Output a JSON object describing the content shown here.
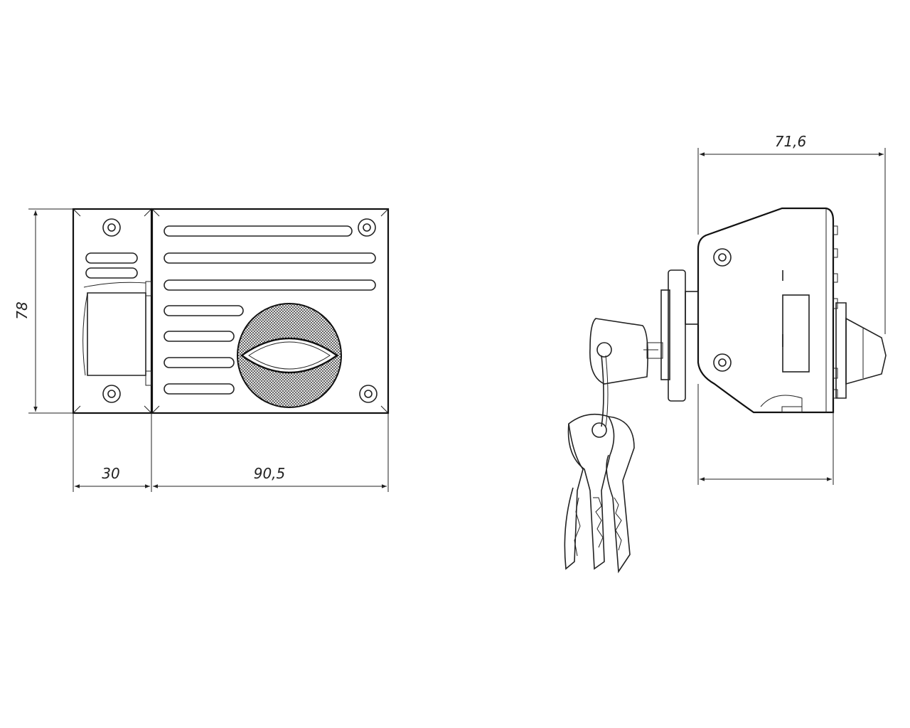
{
  "dimensions": {
    "height": "78",
    "bolt_width": "30",
    "body_width": "90,5",
    "depth": "71,6"
  },
  "colors": {
    "line": "#222222",
    "background": "#ffffff",
    "knob_fill": "#8a8a8a"
  }
}
